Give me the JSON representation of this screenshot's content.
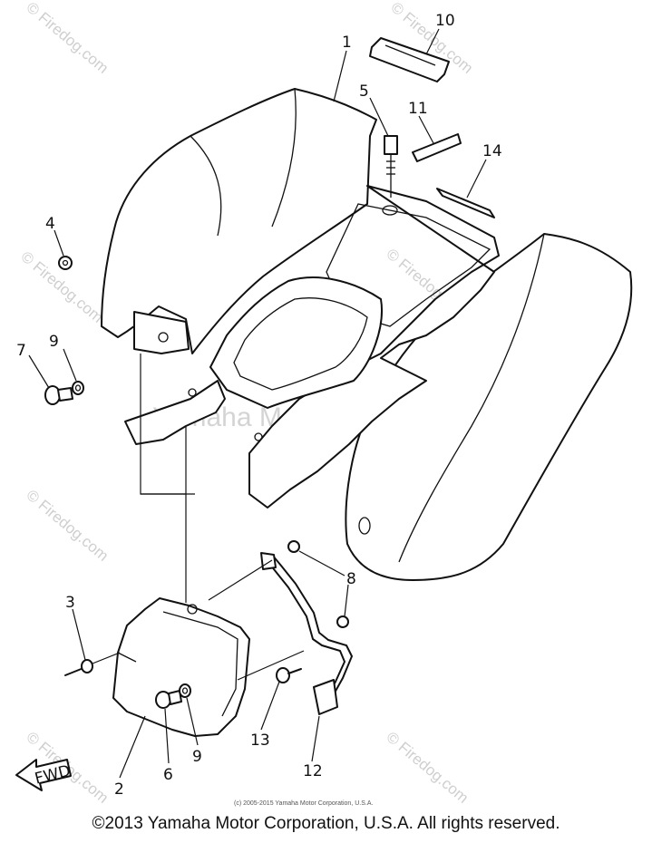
{
  "watermark": {
    "site": "© Firedog.com",
    "center_text": "Yamaha Motor Corp, U.S.A."
  },
  "small_copyright": "(c) 2005-2015 Yamaha Motor Corporation, U.S.A.",
  "footer_copyright": "©2013 Yamaha Motor Corporation, U.S.A. All rights reserved.",
  "fwd_label": "FWD",
  "callouts": {
    "c1": "1",
    "c2": "2",
    "c3": "3",
    "c4": "4",
    "c5": "5",
    "c6": "6",
    "c7": "7",
    "c8": "8",
    "c9a": "9",
    "c9b": "9",
    "c10": "10",
    "c11": "11",
    "c12": "12",
    "c13": "13",
    "c14": "14"
  }
}
